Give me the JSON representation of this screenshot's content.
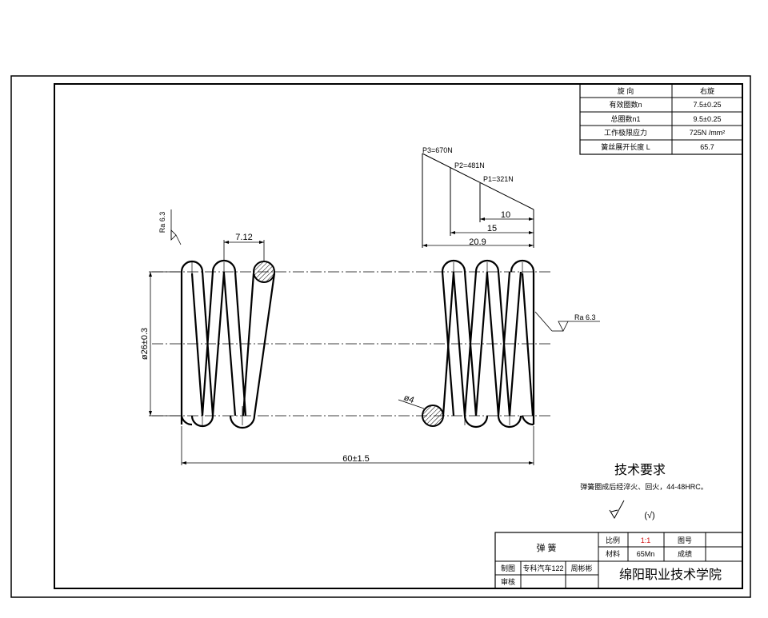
{
  "params_table": {
    "rows": [
      {
        "label": "旋 向",
        "value": "右旋"
      },
      {
        "label": "有效圈数n",
        "value": "7.5±0.25"
      },
      {
        "label": "总圈数n1",
        "value": "9.5±0.25"
      },
      {
        "label": "工作极限应力",
        "value": "725N  /mm²"
      },
      {
        "label": "簧丝展开长度 L",
        "value": "65.7"
      }
    ]
  },
  "load_diagram": {
    "labels": [
      "P3=670N",
      "P2=481N",
      "P1=321N"
    ],
    "dims": [
      "10",
      "15",
      "20.9"
    ]
  },
  "dimensions": {
    "pitch": "7.12",
    "diameter": "ø26±0.3",
    "wire": "ø4",
    "length": "60±1.5",
    "ra_left": "Ra 6.3",
    "ra_right": "Ra 6.3"
  },
  "tech_req": {
    "title": "技术要求",
    "line": "弹簧圈成后经淬火、回火，44-48HRC。",
    "roughness": "(√)"
  },
  "title_block": {
    "part_name": "弹    簧",
    "scale_label": "比例",
    "scale_value": "1:1",
    "drawing_no_label": "图号",
    "material_label": "材料",
    "material_value": "65Mn",
    "score_label": "成绩",
    "drawn_label": "制图",
    "drawn_class": "专科汽车122",
    "drawn_name": "周彬彬",
    "check_label": "审核",
    "school": "绵阳职业技术学院"
  },
  "colors": {
    "line": "#000000",
    "accent": "#d21414"
  }
}
